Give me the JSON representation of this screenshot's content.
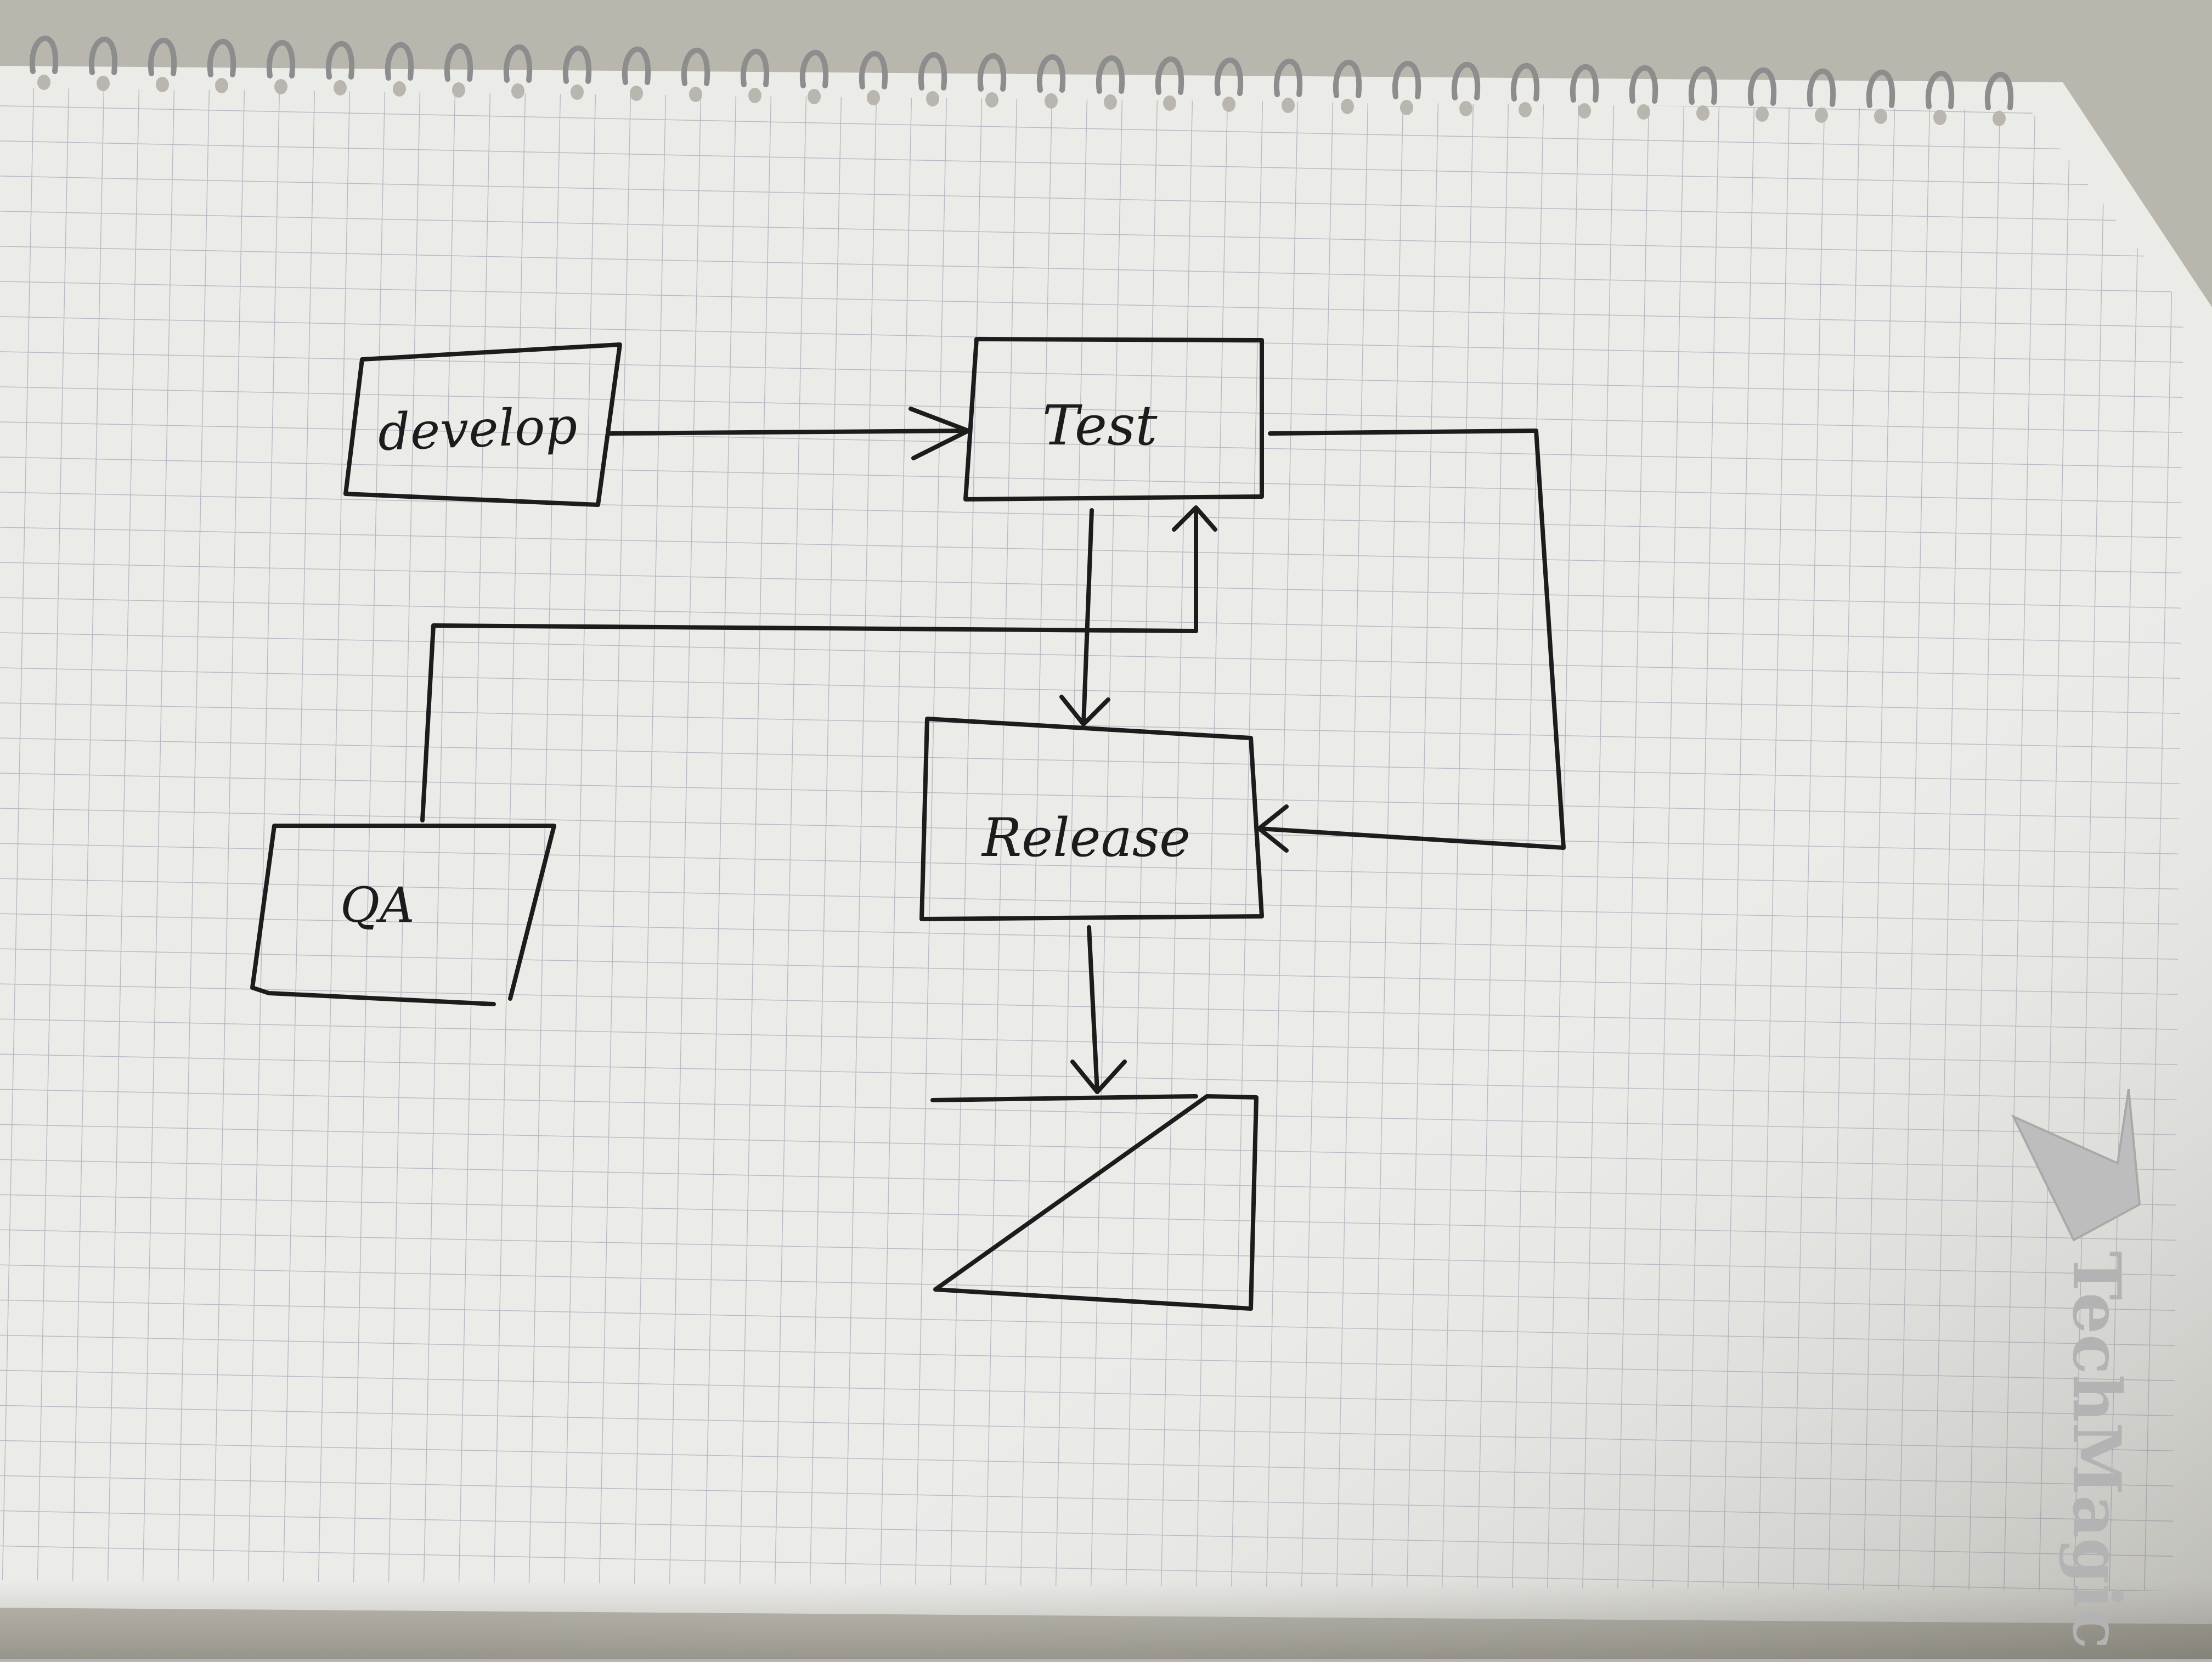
{
  "photo": {
    "subject": "hand-drawn flow diagram on grid notebook paper",
    "watermark": "TechMagic"
  },
  "diagram": {
    "nodes": [
      {
        "id": "develop",
        "label": "develop"
      },
      {
        "id": "test",
        "label": "Test"
      },
      {
        "id": "release",
        "label": "Release"
      },
      {
        "id": "qa",
        "label": "QA"
      },
      {
        "id": "blank",
        "label": ""
      }
    ],
    "edges": [
      {
        "from": "develop",
        "to": "test"
      },
      {
        "from": "test",
        "to": "release"
      },
      {
        "from": "test",
        "to": "release",
        "route": "right-loop"
      },
      {
        "from": "qa",
        "to": "test"
      },
      {
        "from": "release",
        "to": "blank"
      }
    ]
  },
  "colors": {
    "paper": "#ebebe8",
    "grid": "#b9bcc4",
    "ink": "#1c1c1c",
    "watermark": "#b3b3b3",
    "shadow": "#6e6a60"
  }
}
